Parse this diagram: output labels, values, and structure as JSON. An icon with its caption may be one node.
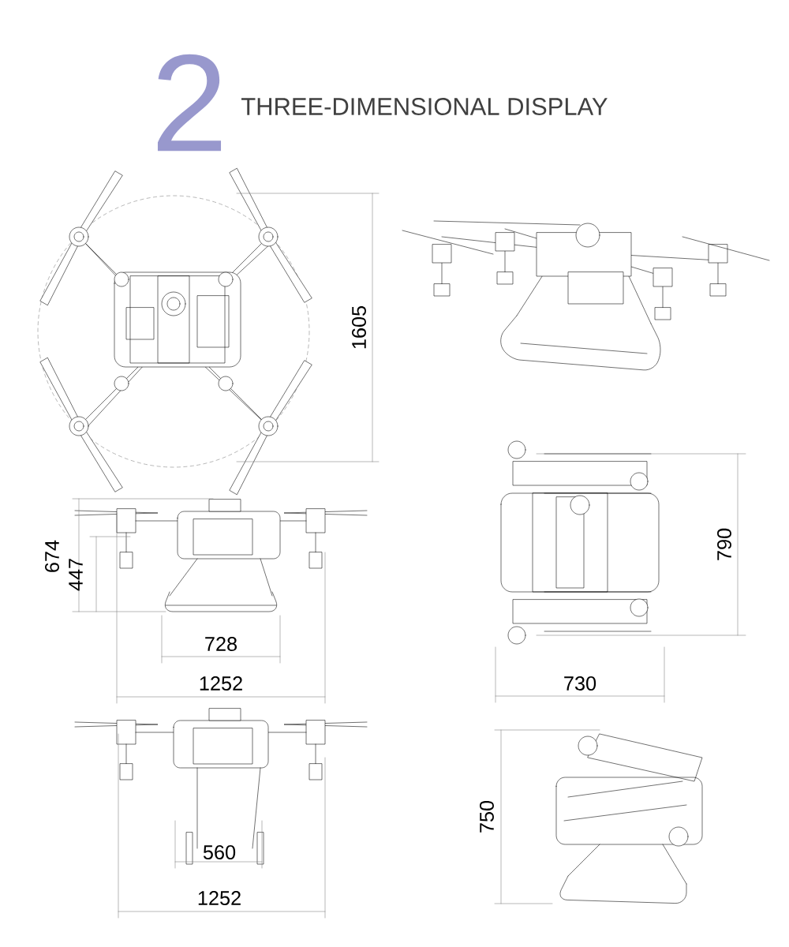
{
  "diagram": {
    "title": "THREE-DIMENSIONAL DISPLAY",
    "labels": [
      "2",
      "1605",
      "674",
      "447",
      "728",
      "1252",
      "790",
      "730",
      "560",
      "1252",
      "750"
    ]
  }
}
